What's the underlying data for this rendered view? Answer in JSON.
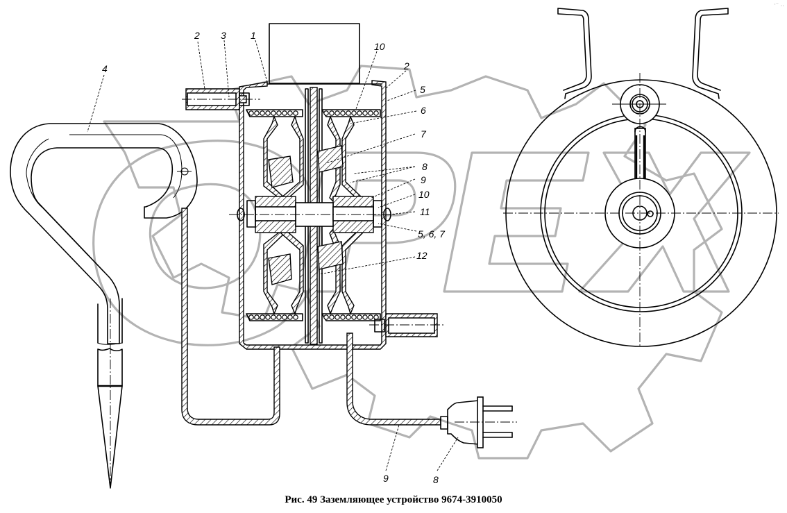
{
  "figure": {
    "caption": "Рис. 49 Заземляющее устройство 9674-3910050",
    "corner_mark": "·⁻ ‥",
    "watermark_brand": "ОРЕХ",
    "colors": {
      "line": "#000000",
      "watermark": "#b3b3b3",
      "background": "#ffffff"
    }
  },
  "callouts": [
    {
      "id": "c-2-top-left",
      "label": "2",
      "part": "handle"
    },
    {
      "id": "c-3",
      "label": "3",
      "part": "handle-axle"
    },
    {
      "id": "c-1",
      "label": "1",
      "part": "drum-housing"
    },
    {
      "id": "c-4",
      "label": "4",
      "part": "ground-stake"
    },
    {
      "id": "c-10-top",
      "label": "10",
      "part": "cable-coil"
    },
    {
      "id": "c-2-right",
      "label": "2",
      "part": "handle"
    },
    {
      "id": "c-5",
      "label": "5",
      "part": ""
    },
    {
      "id": "c-6",
      "label": "6",
      "part": ""
    },
    {
      "id": "c-7",
      "label": "7",
      "part": ""
    },
    {
      "id": "c-8-mid",
      "label": "8",
      "part": ""
    },
    {
      "id": "c-9-mid",
      "label": "9",
      "part": ""
    },
    {
      "id": "c-10-mid",
      "label": "10",
      "part": ""
    },
    {
      "id": "c-11",
      "label": "11",
      "part": ""
    },
    {
      "id": "c-567",
      "label": "5,  6,  7",
      "part": ""
    },
    {
      "id": "c-12",
      "label": "12",
      "part": ""
    },
    {
      "id": "c-9-bottom",
      "label": "9",
      "part": "cable"
    },
    {
      "id": "c-8-bottom",
      "label": "8",
      "part": "plug"
    }
  ]
}
